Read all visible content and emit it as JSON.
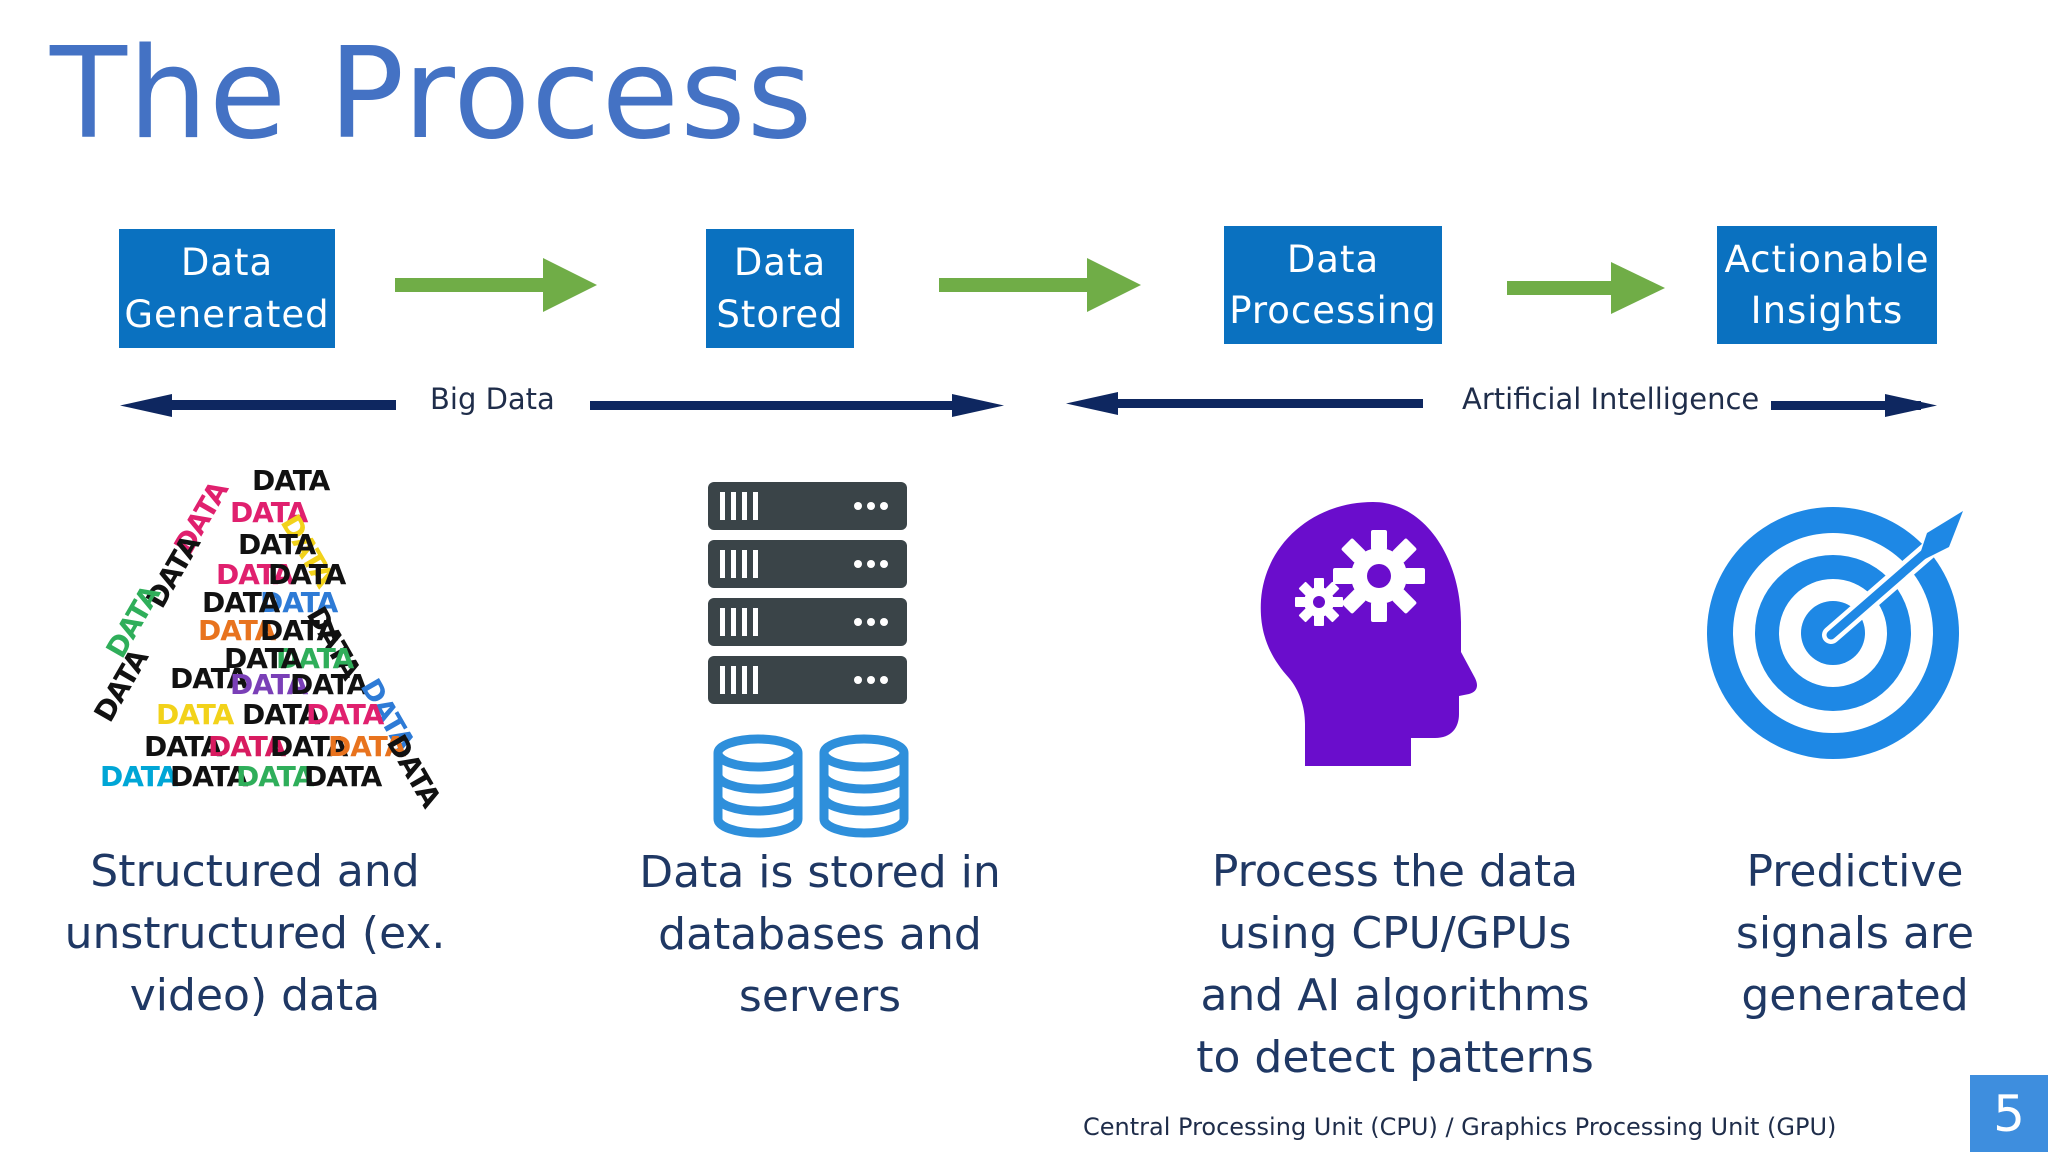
{
  "title": "The Process",
  "steps": [
    {
      "line1": "Data",
      "line2": "Generated"
    },
    {
      "line1": "Data",
      "line2": "Stored"
    },
    {
      "line1": "Data",
      "line2": "Processing"
    },
    {
      "line1": "Actionable",
      "line2": "Insights"
    }
  ],
  "ranges": {
    "big_data": "Big Data",
    "ai": "Artificial Intelligence"
  },
  "captions": [
    {
      "lines": [
        "Structured and",
        "unstructured (ex.",
        "video) data"
      ]
    },
    {
      "lines": [
        "Data is stored in",
        "databases and",
        "servers"
      ]
    },
    {
      "lines": [
        "Process the data",
        "using CPU/GPUs",
        "and AI algorithms",
        "to detect patterns"
      ]
    },
    {
      "lines": [
        "Predictive",
        "signals are",
        "generated"
      ]
    }
  ],
  "footnote": "Central Processing Unit (CPU) / Graphics Processing Unit (GPU)",
  "page_number": "5",
  "word_cloud_word": "DATA",
  "colors": {
    "title": "#4472C4",
    "step_box": "#0A71C0",
    "flow_arrow": "#70AD47",
    "range_arrow": "#0E2760",
    "caption": "#1F3864",
    "server": "#3A4448",
    "database": "#2E8FDB",
    "head": "#6A0DCC",
    "target": "#1E88E5",
    "page_badge": "#3E8EDE"
  },
  "icons": [
    "data-word-cloud-icon",
    "server-rack-icon",
    "database-icon",
    "brain-gears-icon",
    "target-arrow-icon"
  ]
}
